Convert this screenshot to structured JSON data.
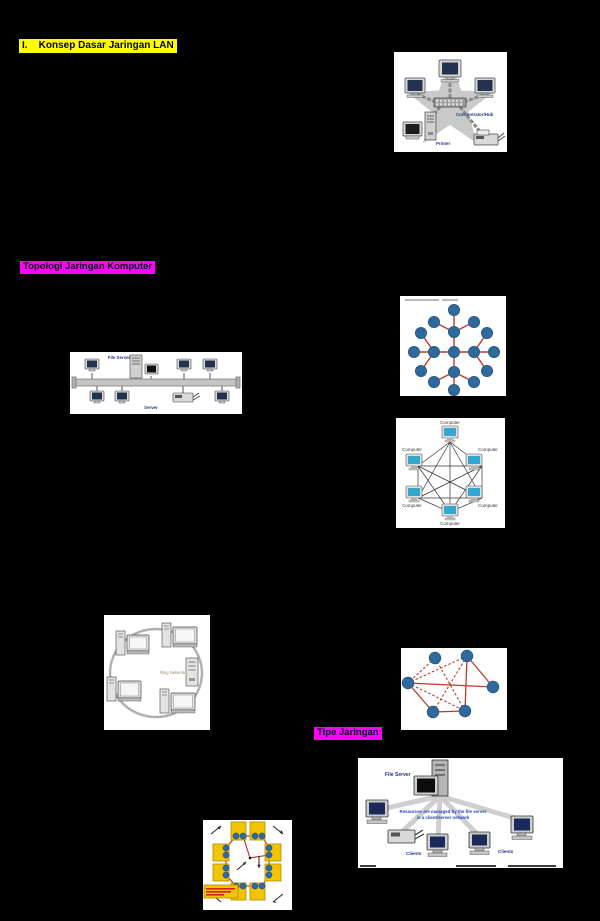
{
  "page": {
    "background": "#000000",
    "heading1": {
      "text": "I.    Konsep Dasar Jaringan LAN",
      "highlight": "#ffff00"
    },
    "heading2": {
      "text": "Topologi Jaringan Komputer",
      "highlight": "#ff00ff"
    },
    "heading3": {
      "text": "Tipe Jaringan",
      "highlight": "#ff00ff"
    }
  },
  "colors": {
    "node_blue": "#2e6a9e",
    "line_red": "#c0392b",
    "label_blue": "#22358f",
    "star_gray": "#c9c9c9"
  },
  "figures": {
    "star_lan": {
      "hub_label": "Concentrator/Hub",
      "printer_label": "Printer"
    },
    "bus": {
      "top_label": "File Server",
      "bottom_label": "Server"
    },
    "mesh_full": {
      "node_labels": [
        "Computer",
        "Computer",
        "Computer",
        "Computer",
        "Computer",
        "Computer"
      ]
    },
    "ring": {
      "center_label": "Ring Network"
    },
    "client_server": {
      "server_label": "File Server",
      "caption": [
        "Resources are managed by the file server",
        "in a client/server network"
      ],
      "client_labels": [
        "Clients",
        "Clients"
      ]
    }
  }
}
